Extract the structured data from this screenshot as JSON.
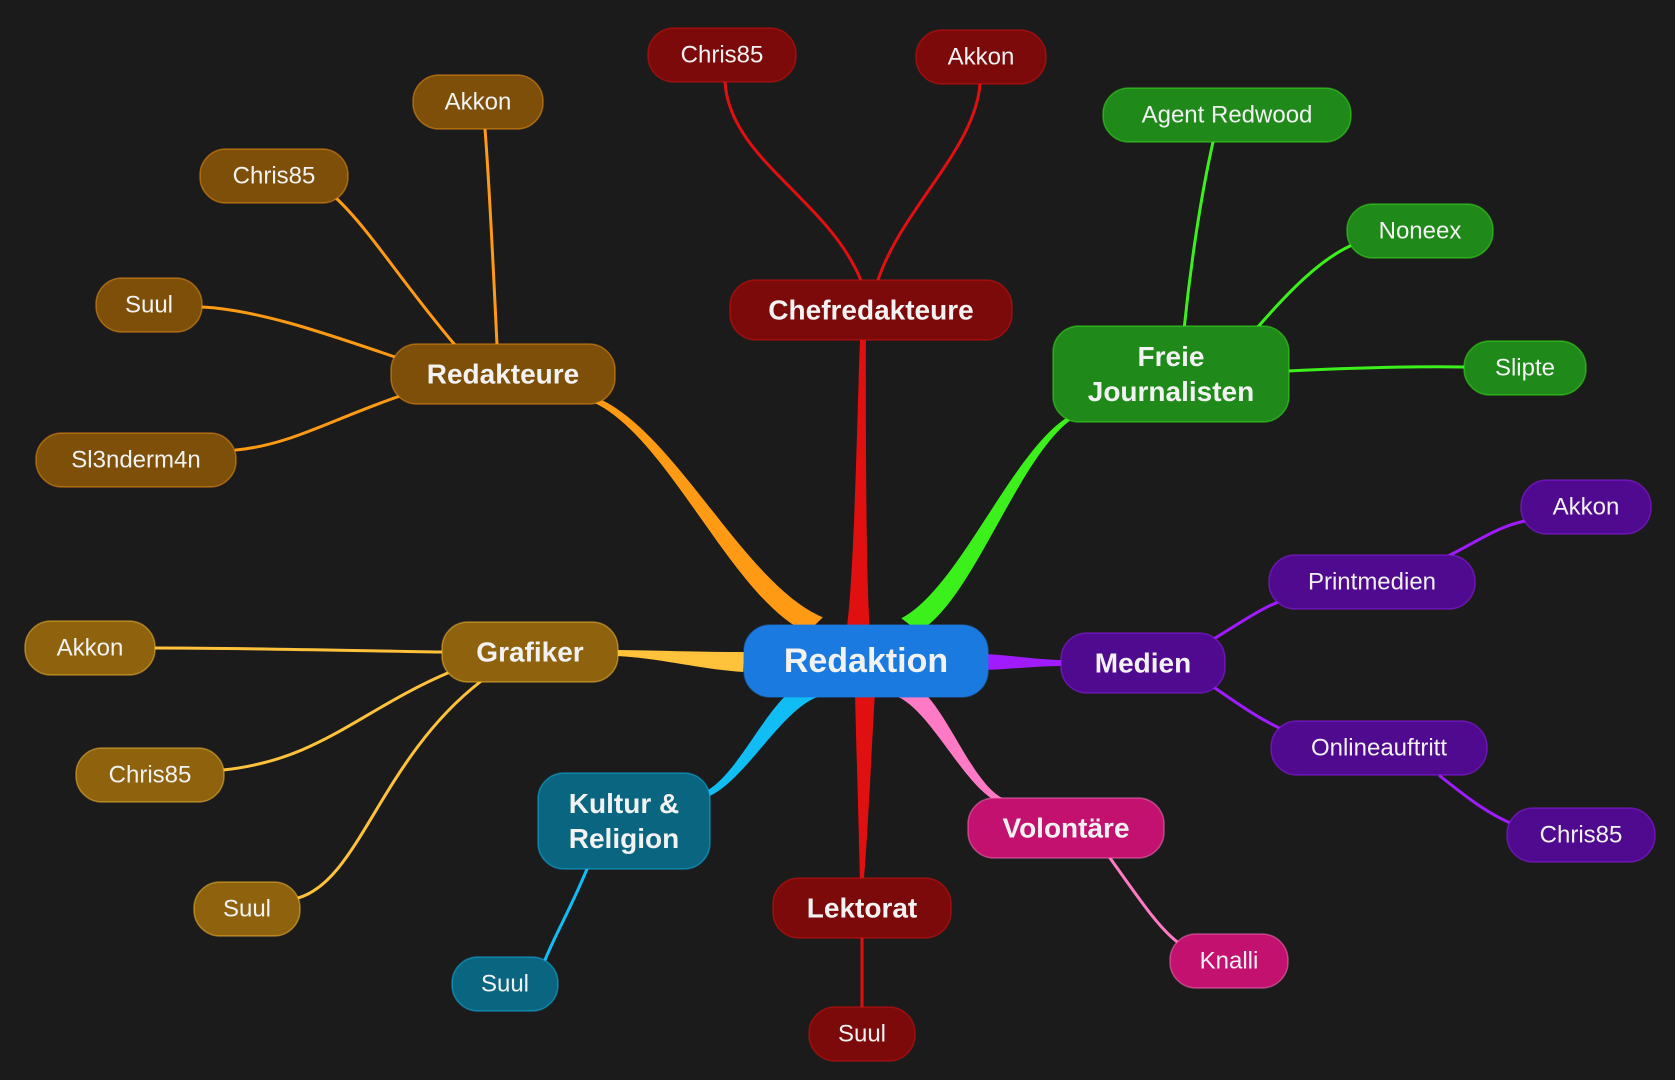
{
  "colors": {
    "background": "#1b1b1b",
    "root": "#1a7ae0",
    "chef": "#e01010",
    "chef_fill": "#7d0a0a",
    "freie": "#3cf01c",
    "freie_fill": "#1f8a1a",
    "redakteure": "#ff9a14",
    "redakteure_fill": "#7d4f08",
    "grafiker": "#ffc23a",
    "grafiker_fill": "#8f630e",
    "kultur": "#11bdf5",
    "kultur_fill": "#0a6680",
    "lektorat": "#e01010",
    "lektorat_fill": "#7d0a0a",
    "volontaere": "#ff7ac4",
    "volontaere_fill": "#c2116e",
    "medien": "#a01cff",
    "medien_fill": "#4f0a8f"
  },
  "mindmap": {
    "root": "Redaktion",
    "branches": [
      {
        "key": "chef",
        "label": "Chefredakteure",
        "children": [
          "Chris85",
          "Akkon"
        ]
      },
      {
        "key": "freie",
        "label": "Freie Journalisten",
        "lines": [
          "Freie",
          "Journalisten"
        ],
        "children": [
          "Agent Redwood",
          "Noneex",
          "Slipte"
        ]
      },
      {
        "key": "redakteure",
        "label": "Redakteure",
        "children": [
          "Akkon",
          "Chris85",
          "Suul",
          "Sl3nderm4n"
        ]
      },
      {
        "key": "grafiker",
        "label": "Grafiker",
        "children": [
          "Akkon",
          "Chris85",
          "Suul"
        ]
      },
      {
        "key": "kultur",
        "label": "Kultur & Religion",
        "lines": [
          "Kultur &",
          "Religion"
        ],
        "children": [
          "Suul"
        ]
      },
      {
        "key": "lektorat",
        "label": "Lektorat",
        "children": [
          "Suul"
        ]
      },
      {
        "key": "volontaere",
        "label": "Volontäre",
        "children": [
          "Knalli"
        ]
      },
      {
        "key": "medien",
        "label": "Medien",
        "children": [
          {
            "label": "Printmedien",
            "children": [
              "Akkon"
            ]
          },
          {
            "label": "Onlineauftritt",
            "children": [
              "Chris85"
            ]
          }
        ]
      }
    ]
  }
}
